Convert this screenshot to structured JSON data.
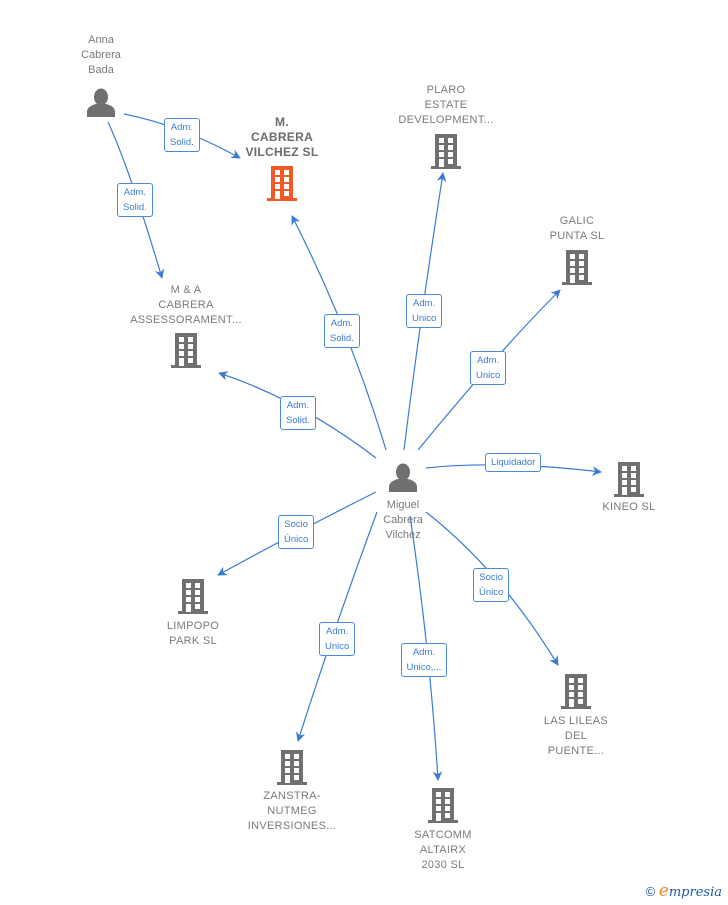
{
  "colors": {
    "edge": "#3a7bd5",
    "node_icon": "#707070",
    "highlight_icon": "#f05a28",
    "label_text": "#7a7a7a"
  },
  "nodes": [
    {
      "id": "anna",
      "type": "person",
      "label": "Anna\nCabrera\nBada"
    },
    {
      "id": "mcabrera",
      "type": "company",
      "label": "M.\nCABRERA\nVILCHEZ  SL",
      "highlight": true
    },
    {
      "id": "plaro",
      "type": "company",
      "label": "PLARO\nESTATE\nDEVELOPMENT..."
    },
    {
      "id": "galic",
      "type": "company",
      "label": "GALIC\nPUNTA  SL"
    },
    {
      "id": "ma",
      "type": "company",
      "label": "M & A\nCABRERA\nASSESSORAMENT..."
    },
    {
      "id": "miguel",
      "type": "person",
      "label": "Miguel\nCabrera\nVilchez"
    },
    {
      "id": "kineo",
      "type": "company",
      "label": "KINEO SL"
    },
    {
      "id": "limpopo",
      "type": "company",
      "label": "LIMPOPO\nPARK  SL"
    },
    {
      "id": "lileas",
      "type": "company",
      "label": "LAS LILEAS\nDEL\nPUENTE..."
    },
    {
      "id": "zanstra",
      "type": "company",
      "label": "ZANSTRA-\nNUTMEG\nINVERSIONES..."
    },
    {
      "id": "satcomm",
      "type": "company",
      "label": "SATCOMM\nALTAIRX\n2030  SL"
    }
  ],
  "edges": [
    {
      "from": "anna",
      "to": "mcabrera",
      "label": "Adm.\nSolid."
    },
    {
      "from": "anna",
      "to": "ma",
      "label": "Adm.\nSolid."
    },
    {
      "from": "miguel",
      "to": "mcabrera",
      "label": "Adm.\nSolid."
    },
    {
      "from": "miguel",
      "to": "plaro",
      "label": "Adm.\nUnico"
    },
    {
      "from": "miguel",
      "to": "galic",
      "label": "Adm.\nUnico"
    },
    {
      "from": "miguel",
      "to": "ma",
      "label": "Adm.\nSolid."
    },
    {
      "from": "miguel",
      "to": "kineo",
      "label": "Liquidador"
    },
    {
      "from": "miguel",
      "to": "limpopo",
      "label": "Socio\nÚnico"
    },
    {
      "from": "miguel",
      "to": "lileas",
      "label": "Socio\nÚnico"
    },
    {
      "from": "miguel",
      "to": "zanstra",
      "label": "Adm.\nUnico"
    },
    {
      "from": "miguel",
      "to": "satcomm",
      "label": "Adm.\nUnico,..."
    }
  ],
  "footer": {
    "copyright_symbol": "©",
    "brand_initial": "e",
    "brand_rest": "mpresia"
  }
}
